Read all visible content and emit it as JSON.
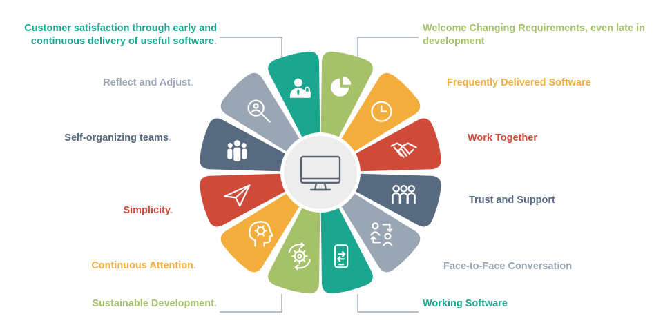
{
  "colors": {
    "teal": "#1aa68f",
    "green": "#a5c26a",
    "orange": "#f4ae3d",
    "red": "#cf4a38",
    "slate": "#576a80",
    "gray": "#9aa6b3",
    "center_bg": "#ededed",
    "center_icon": "#5b6670",
    "leader": "#8f9aa5"
  },
  "center": {
    "icon": "monitor-icon"
  },
  "principles": [
    {
      "id": "customer-satisfaction",
      "lines": [
        "Customer satisfaction through early and",
        "continuous delivery of useful software"
      ],
      "dot": ".",
      "color": "#1aa68f",
      "icon": "business-person-lock-icon"
    },
    {
      "id": "welcome-changing-requirements",
      "lines": [
        "Welcome Changing Requirements, even late in",
        "development"
      ],
      "dot": "",
      "color": "#a5c26a",
      "icon": "pie-chart-icon"
    },
    {
      "id": "frequently-delivered-software",
      "lines": [
        "Frequently Delivered Software"
      ],
      "dot": "",
      "color": "#f4ae3d",
      "icon": "clock-icon"
    },
    {
      "id": "work-together",
      "lines": [
        "Work Together"
      ],
      "dot": "",
      "color": "#cf4a38",
      "icon": "handshake-icon"
    },
    {
      "id": "trust-and-support",
      "lines": [
        "Trust and Support"
      ],
      "dot": "",
      "color": "#576a80",
      "icon": "team-icon"
    },
    {
      "id": "face-to-face-conversation",
      "lines": [
        "Face-to-Face Conversation"
      ],
      "dot": "",
      "color": "#9aa6b3",
      "icon": "people-exchange-icon"
    },
    {
      "id": "working-software",
      "lines": [
        "Working Software"
      ],
      "dot": "",
      "color": "#1aa68f",
      "icon": "smartphone-sync-icon"
    },
    {
      "id": "sustainable-development",
      "lines": [
        "Sustainable Development"
      ],
      "dot": ".",
      "color": "#a5c26a",
      "icon": "gear-cycle-icon"
    },
    {
      "id": "continuous-attention",
      "lines": [
        "Continuous Attention"
      ],
      "dot": ".",
      "color": "#f4ae3d",
      "icon": "head-gear-icon"
    },
    {
      "id": "simplicity",
      "lines": [
        "Simplicity"
      ],
      "dot": ".",
      "color": "#cf4a38",
      "icon": "paper-plane-icon"
    },
    {
      "id": "self-organizing-teams",
      "lines": [
        "Self-organizing teams"
      ],
      "dot": ".",
      "color": "#576a80",
      "icon": "group-icon"
    },
    {
      "id": "reflect-and-adjust",
      "lines": [
        "Reflect and Adjust"
      ],
      "dot": ".",
      "color": "#9aa6b3",
      "icon": "magnifier-icon"
    }
  ]
}
